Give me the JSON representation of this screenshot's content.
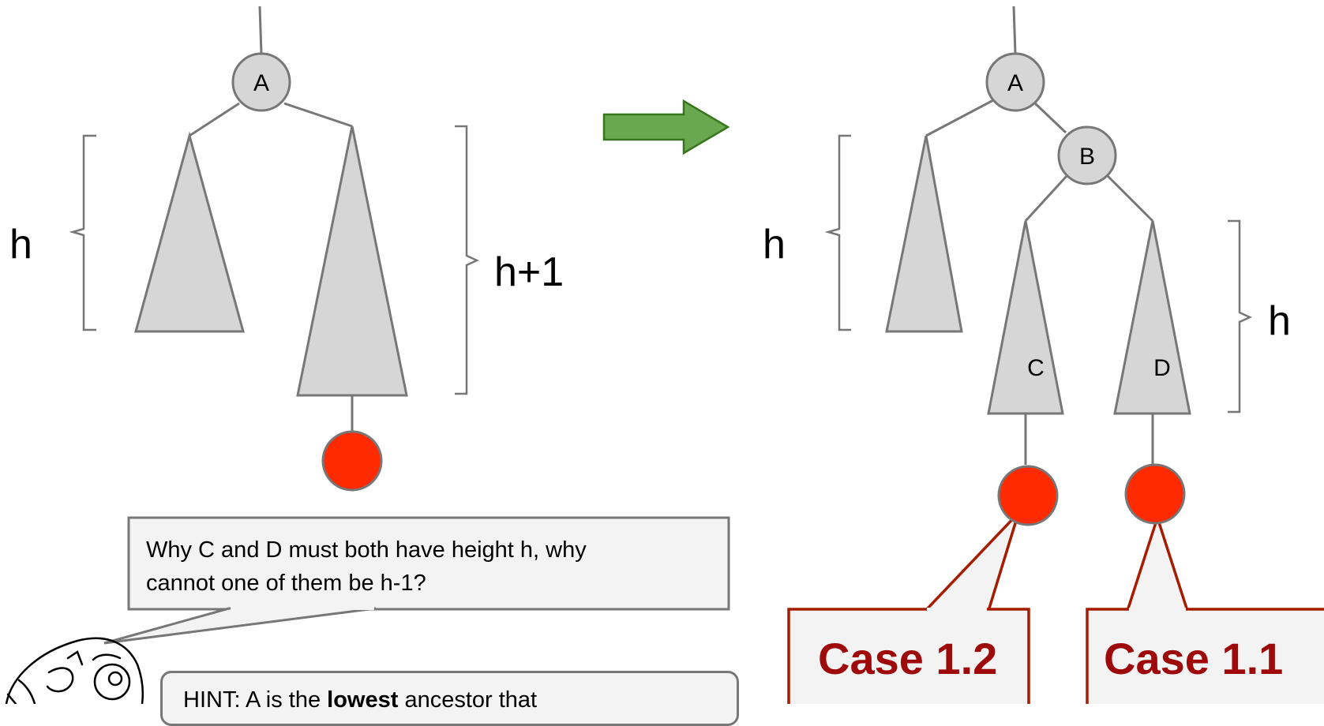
{
  "left_tree": {
    "root_label": "A",
    "left_height_label": "h",
    "right_height_label": "h+1"
  },
  "right_tree": {
    "root_label": "A",
    "child_label": "B",
    "subtree_c_label": "C",
    "subtree_d_label": "D",
    "left_height_label": "h",
    "cd_height_label": "h"
  },
  "question_callout": {
    "line1": "Why C and D must both have height h, why",
    "line2": "cannot one of them be h-1?"
  },
  "case_labels": {
    "left": "Case 1.2",
    "right": "Case 1.1"
  },
  "hint": {
    "prefix": "HINT: A is the ",
    "emphasis": "lowest",
    "suffix": " ancestor that"
  },
  "colors": {
    "node_fill": "#d6d6d6",
    "node_stroke": "#777777",
    "new_node_fill": "#ff2a00",
    "arrow_fill": "#6aa84f",
    "arrow_stroke": "#38761d",
    "case_border": "#a61c00",
    "case_text": "#9e0a0a"
  }
}
